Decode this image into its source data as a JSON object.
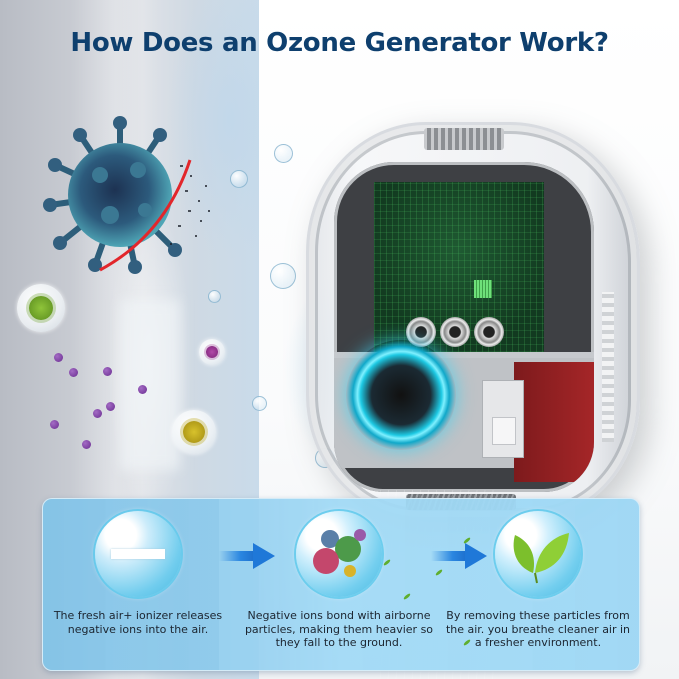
{
  "title": "How Does an Ozone Generator Work?",
  "colors": {
    "title": "#0e3f6e",
    "panel_blue": "#8cc9ec",
    "arrow_blue": "#1f78d8",
    "fan_glow": "#1dc9e3",
    "text_dark": "#1c2530"
  },
  "illustration": {
    "device": "ozone-generator-cutaway",
    "virus": "virus-being-destroyed",
    "particles": [
      "green-germ-bubble",
      "purple-germ-bubble",
      "yellow-germ-bubble",
      "purple-dots"
    ]
  },
  "steps": [
    {
      "icon": "negative-ion-minus-icon",
      "text": "The fresh air+ ionizer releases negative ions into the air."
    },
    {
      "icon": "bacteria-cluster-icon",
      "text": "Negative ions bond with airborne particles, making them heavier so they fall to the ground."
    },
    {
      "icon": "green-leaf-icon",
      "text": "By removing these particles from the air. you breathe cleaner air in a fresher environment."
    }
  ]
}
